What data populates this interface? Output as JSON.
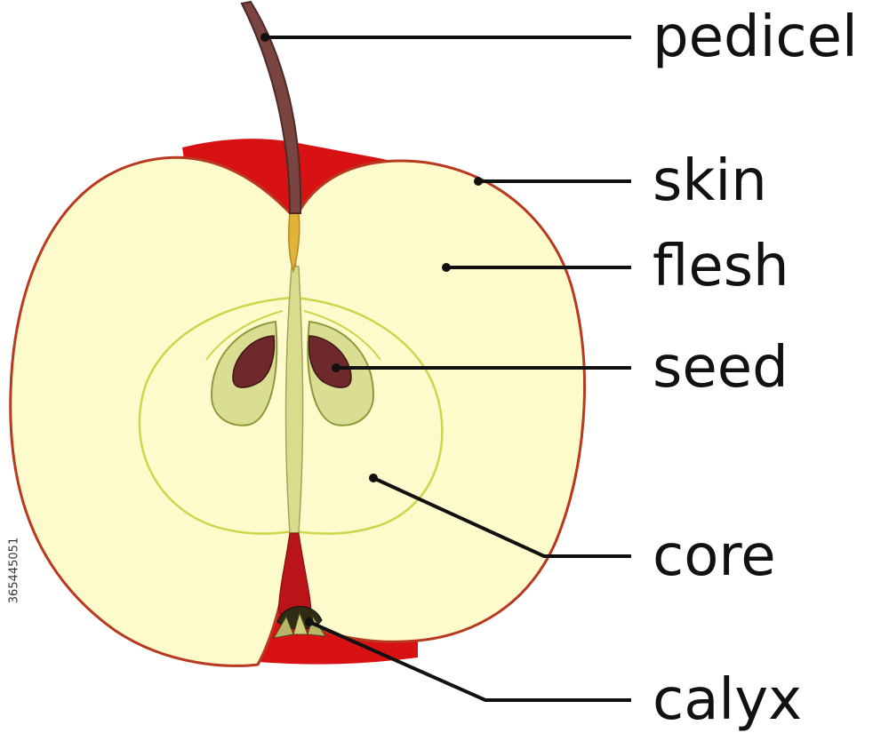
{
  "labels": {
    "pedicel": "pedicel",
    "skin": "skin",
    "flesh": "flesh",
    "seed": "seed",
    "core": "core",
    "calyx": "calyx"
  },
  "stock_id": "365445051",
  "colors": {
    "skin": "#d81212",
    "skin_outline": "#b8391f",
    "flesh": "#fdfbcc",
    "core_line": "#cfd44c",
    "seed_pocket": "#d9de92",
    "seed": "#6e2a2a",
    "pedicel": "#7a4440",
    "leader_line": "#111111",
    "label_text": "#111111"
  }
}
